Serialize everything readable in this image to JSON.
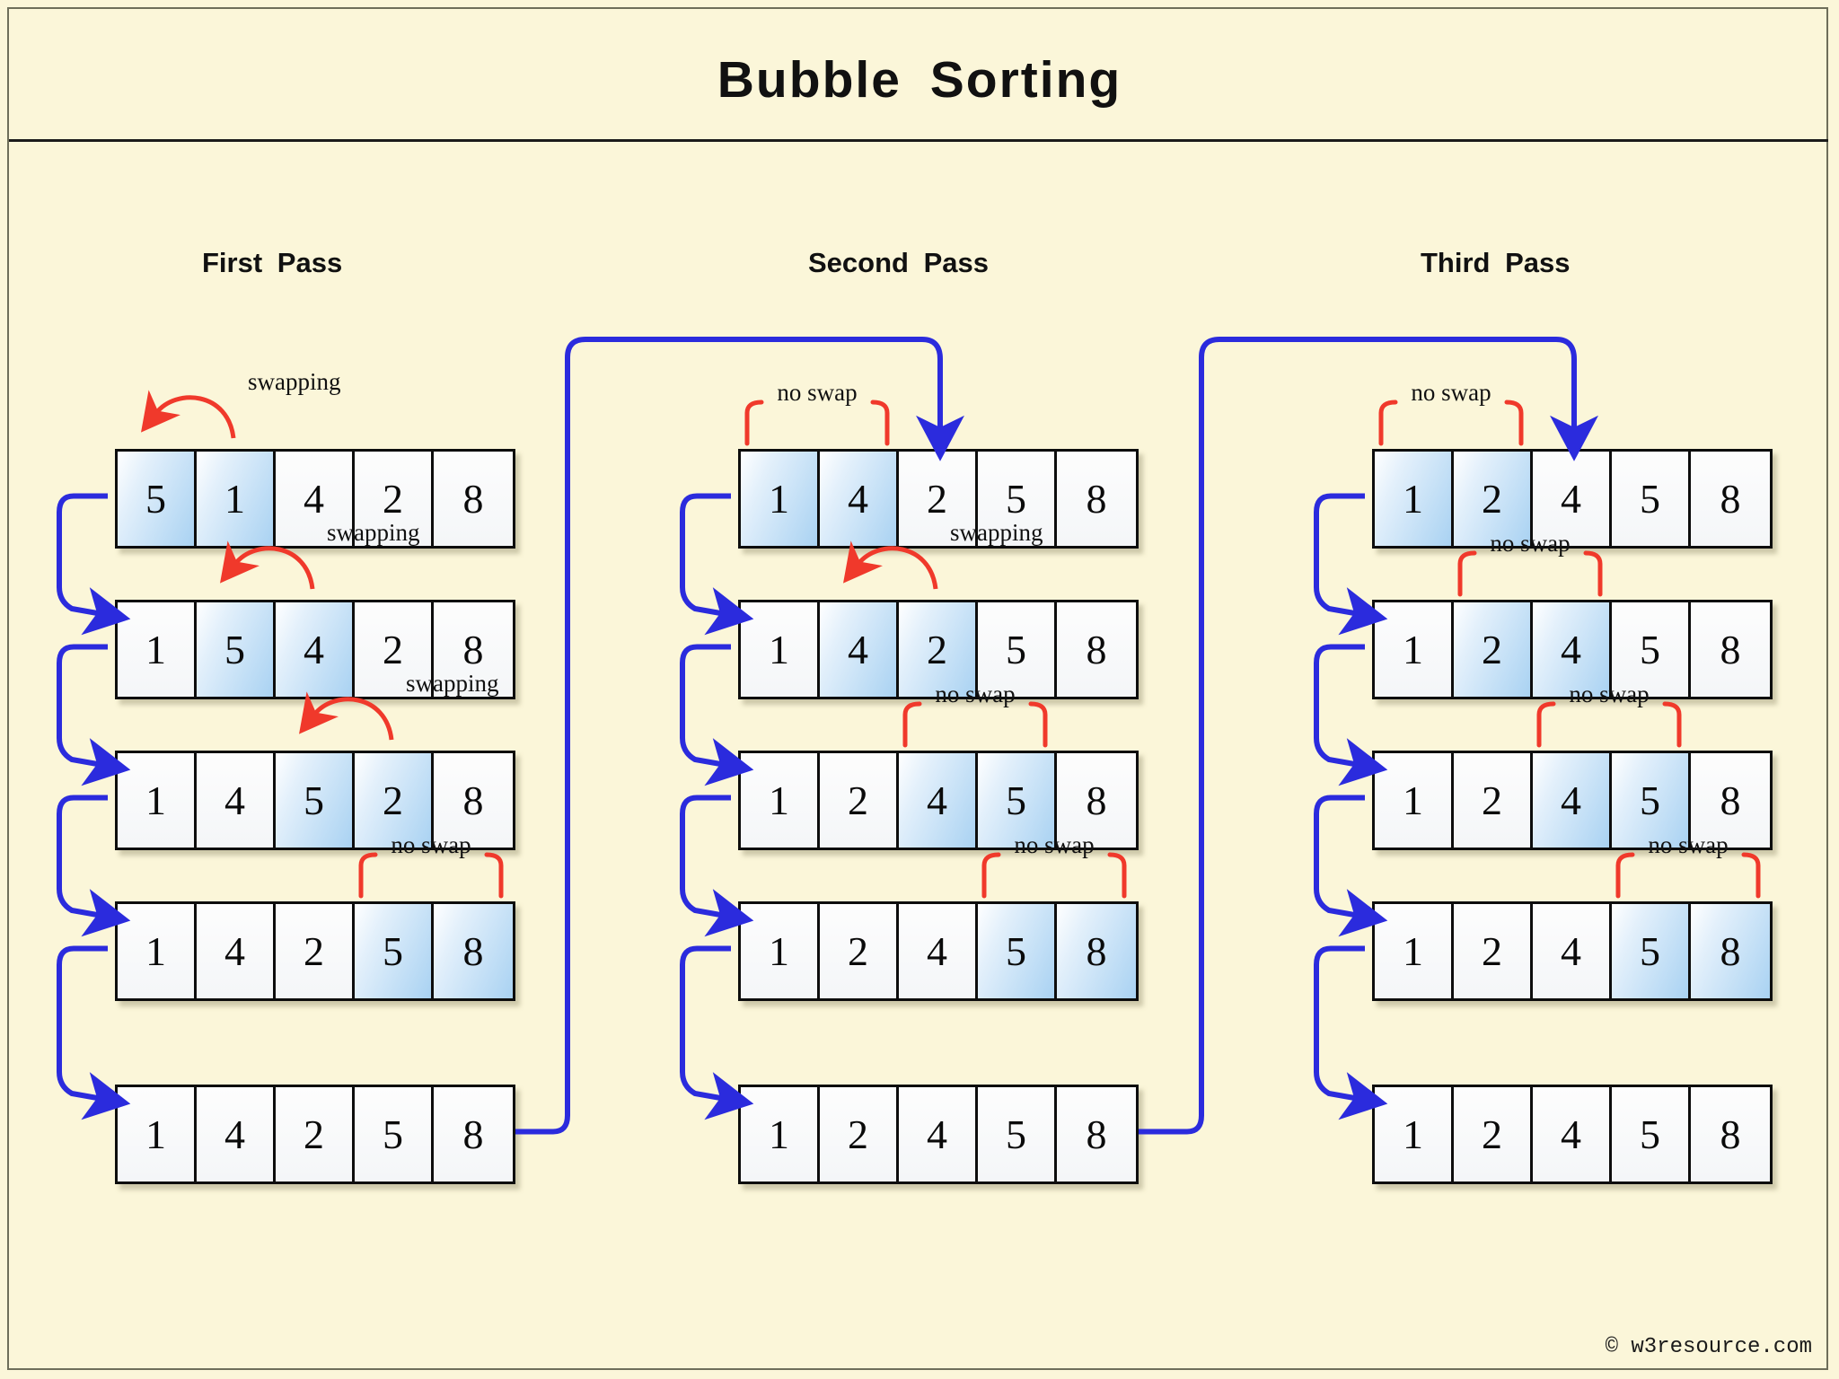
{
  "title": "Bubble  Sorting",
  "watermark": "© w3resource.com",
  "colors": {
    "background": "#fbf6d9",
    "frame_border": "#6e6e5a",
    "cell_highlight": "#a9d2f2",
    "swap_arrow": "#f0392b",
    "flow_arrow": "#2b2bdd",
    "text": "#111111"
  },
  "passes": [
    {
      "id": "first-pass",
      "title": "First  Pass",
      "rows": [
        {
          "values": [
            "5",
            "1",
            "4",
            "2",
            "8"
          ],
          "highlight": [
            0,
            1
          ],
          "label": "swapping",
          "label_type": "swap"
        },
        {
          "values": [
            "1",
            "5",
            "4",
            "2",
            "8"
          ],
          "highlight": [
            1,
            2
          ],
          "label": "swapping",
          "label_type": "swap"
        },
        {
          "values": [
            "1",
            "4",
            "5",
            "2",
            "8"
          ],
          "highlight": [
            2,
            3
          ],
          "label": "swapping",
          "label_type": "swap"
        },
        {
          "values": [
            "1",
            "4",
            "2",
            "5",
            "8"
          ],
          "highlight": [
            3,
            4
          ],
          "label": "no swap",
          "label_type": "noswap"
        },
        {
          "values": [
            "1",
            "4",
            "2",
            "5",
            "8"
          ],
          "highlight": [],
          "label": "",
          "label_type": "none"
        }
      ]
    },
    {
      "id": "second-pass",
      "title": "Second  Pass",
      "rows": [
        {
          "values": [
            "1",
            "4",
            "2",
            "5",
            "8"
          ],
          "highlight": [
            0,
            1
          ],
          "label": "no swap",
          "label_type": "noswap"
        },
        {
          "values": [
            "1",
            "4",
            "2",
            "5",
            "8"
          ],
          "highlight": [
            1,
            2
          ],
          "label": "swapping",
          "label_type": "swap"
        },
        {
          "values": [
            "1",
            "2",
            "4",
            "5",
            "8"
          ],
          "highlight": [
            2,
            3
          ],
          "label": "no swap",
          "label_type": "noswap"
        },
        {
          "values": [
            "1",
            "2",
            "4",
            "5",
            "8"
          ],
          "highlight": [
            3,
            4
          ],
          "label": "no swap",
          "label_type": "noswap"
        },
        {
          "values": [
            "1",
            "2",
            "4",
            "5",
            "8"
          ],
          "highlight": [],
          "label": "",
          "label_type": "none"
        }
      ]
    },
    {
      "id": "third-pass",
      "title": "Third  Pass",
      "rows": [
        {
          "values": [
            "1",
            "2",
            "4",
            "5",
            "8"
          ],
          "highlight": [
            0,
            1
          ],
          "label": "no swap",
          "label_type": "noswap"
        },
        {
          "values": [
            "1",
            "2",
            "4",
            "5",
            "8"
          ],
          "highlight": [
            1,
            2
          ],
          "label": "no swap",
          "label_type": "noswap"
        },
        {
          "values": [
            "1",
            "2",
            "4",
            "5",
            "8"
          ],
          "highlight": [
            2,
            3
          ],
          "label": "no swap",
          "label_type": "noswap"
        },
        {
          "values": [
            "1",
            "2",
            "4",
            "5",
            "8"
          ],
          "highlight": [
            3,
            4
          ],
          "label": "no swap",
          "label_type": "noswap"
        },
        {
          "values": [
            "1",
            "2",
            "4",
            "5",
            "8"
          ],
          "highlight": [],
          "label": "",
          "label_type": "none"
        }
      ]
    }
  ]
}
